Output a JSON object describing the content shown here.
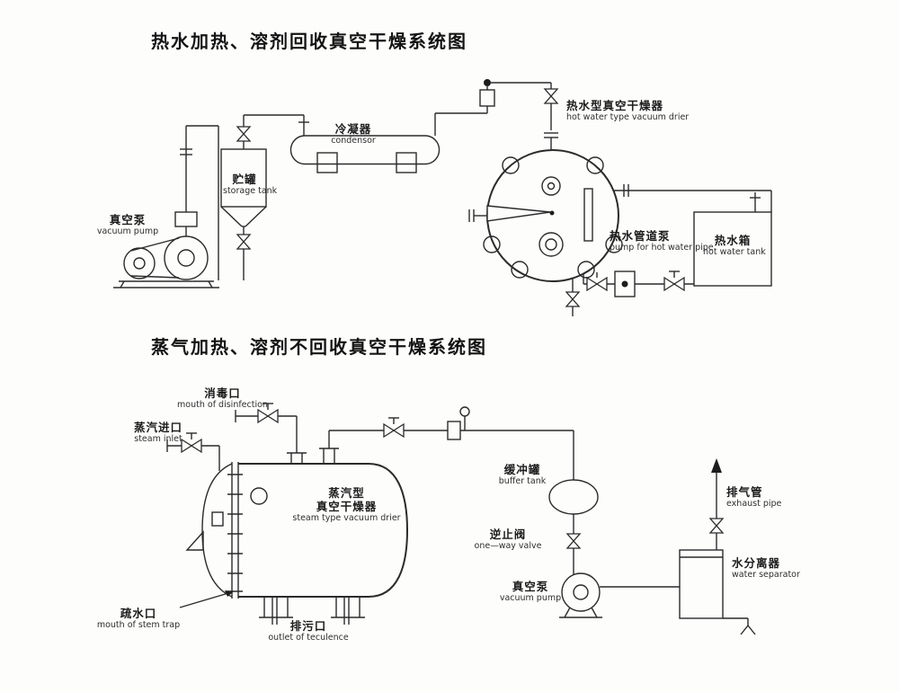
{
  "top_system": {
    "title": "热水加热、溶剂回收真空干燥系统图",
    "labels": {
      "vacuum_pump": {
        "zh": "真空泵",
        "en": "vacuum pump"
      },
      "storage_tank": {
        "zh": "贮罐",
        "en": "storage tank"
      },
      "condenser": {
        "zh": "冷凝器",
        "en": "condensor"
      },
      "drier": {
        "zh": "热水型真空干燥器",
        "en": "hot water type vacuum drier"
      },
      "hot_water_pump": {
        "zh": "热水管道泵",
        "en": "pump for hot water pipe"
      },
      "hot_water_tank": {
        "zh": "热水箱",
        "en": "hot water tank"
      }
    }
  },
  "bottom_system": {
    "title": "蒸气加热、溶剂不回收真空干燥系统图",
    "labels": {
      "disinfection_port": {
        "zh": "消毒口",
        "en": "mouth of disinfection"
      },
      "steam_inlet": {
        "zh": "蒸汽进口",
        "en": "steam inlet"
      },
      "drier": {
        "zh_line1": "蒸汽型",
        "zh_line2": "真空干燥器",
        "en": "steam type vacuum drier"
      },
      "buffer_tank": {
        "zh": "缓冲罐",
        "en": "buffer tank"
      },
      "one_way_valve": {
        "zh": "逆止阀",
        "en": "one—way valve"
      },
      "vacuum_pump": {
        "zh": "真空泵",
        "en": "vacuum pump"
      },
      "exhaust_pipe": {
        "zh": "排气管",
        "en": "exhaust pipe"
      },
      "water_separator": {
        "zh": "水分离器",
        "en": "water separator"
      },
      "steam_trap_port": {
        "zh": "疏水口",
        "en": "mouth of stem trap"
      },
      "drain_outlet": {
        "zh": "排污口",
        "en": "outlet of teculence"
      }
    }
  }
}
